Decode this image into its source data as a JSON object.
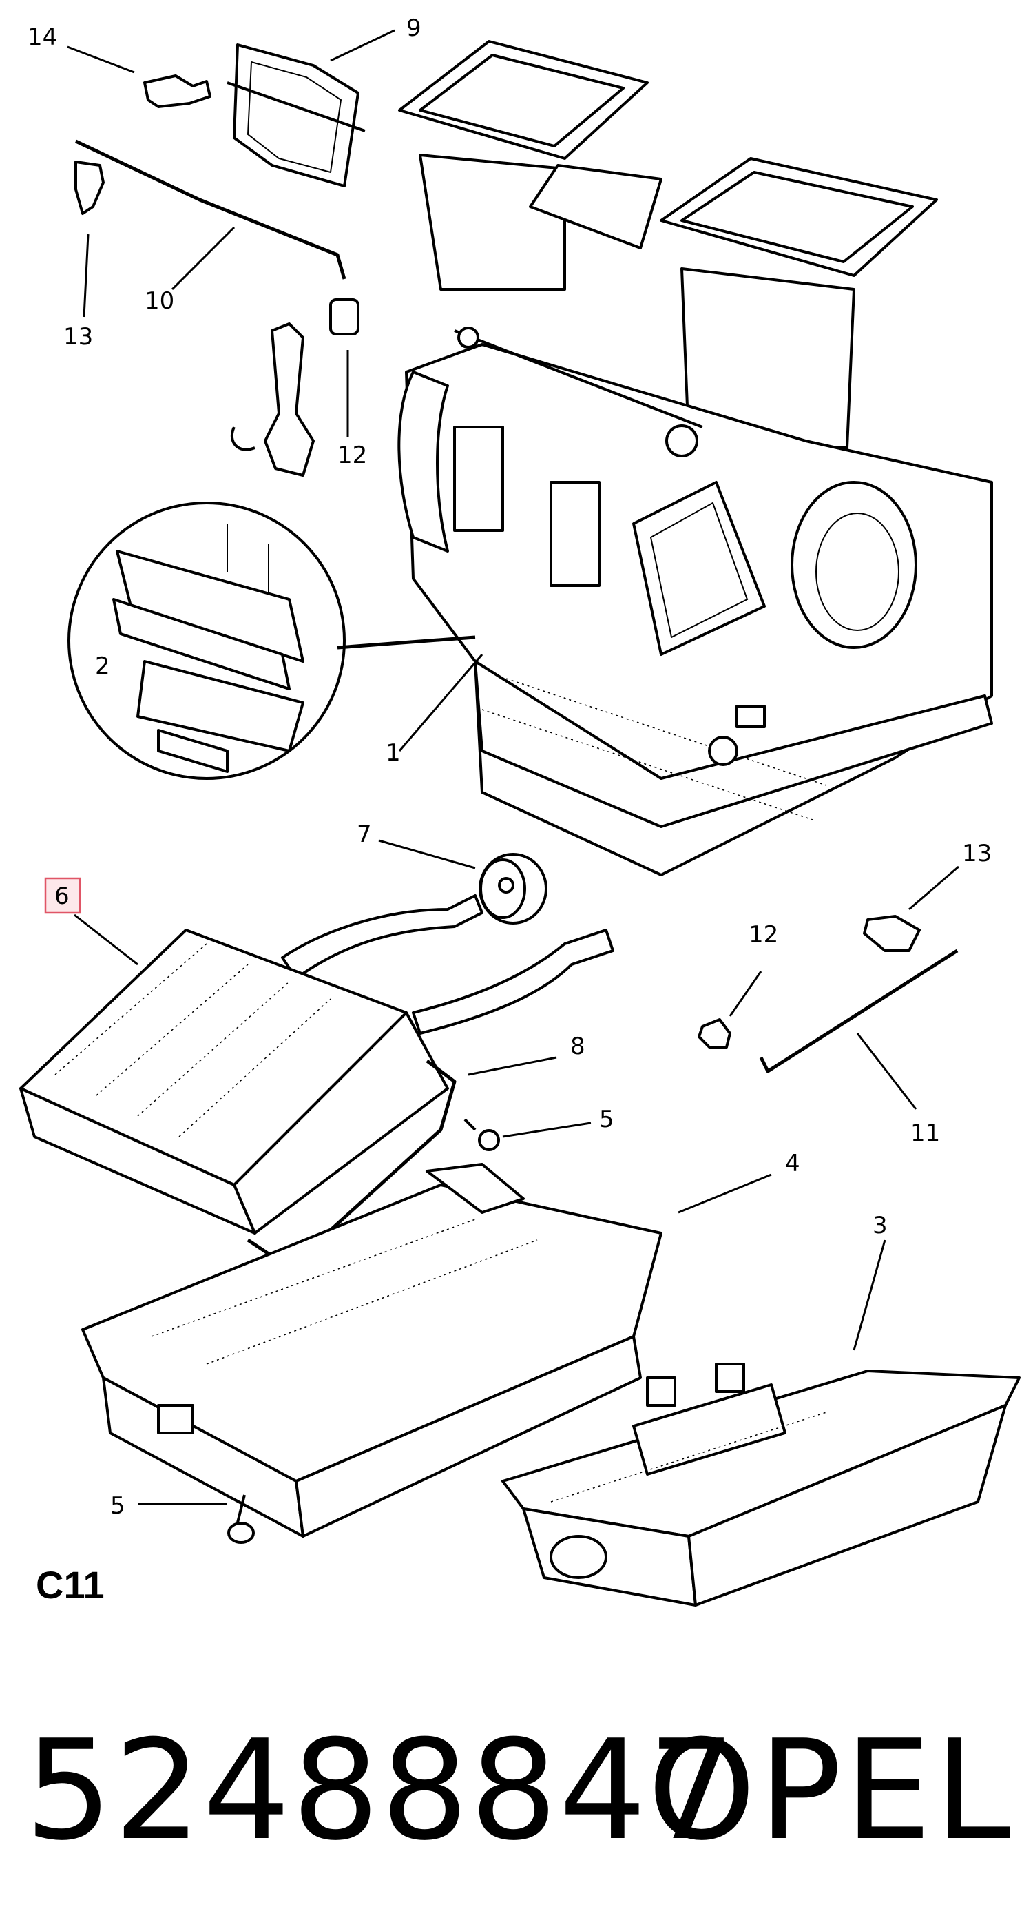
{
  "diagram": {
    "code": "C11",
    "part_number": "52488847",
    "brand": "OPEL",
    "highlighted_callout": "6",
    "callouts": [
      "14",
      "9",
      "13",
      "10",
      "12",
      "2",
      "1",
      "7",
      "6",
      "13",
      "12",
      "8",
      "5",
      "4",
      "11",
      "3",
      "5"
    ]
  }
}
